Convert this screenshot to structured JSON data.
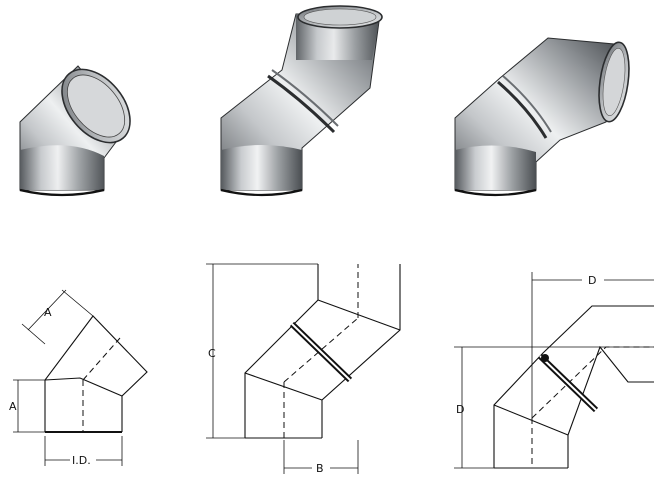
{
  "labels": {
    "elbow45": {
      "dim_a_diag": "A",
      "dim_a_vert": "A",
      "dim_id": "I.D."
    },
    "offset": {
      "dim_c": "C",
      "dim_b": "B"
    },
    "elbow90": {
      "dim_d_horiz": "D",
      "dim_d_vert": "D"
    }
  },
  "colors": {
    "steel_dark": "#5f6468",
    "steel_mid": "#a9adb0",
    "steel_light": "#e3e5e6",
    "line": "#111111"
  }
}
